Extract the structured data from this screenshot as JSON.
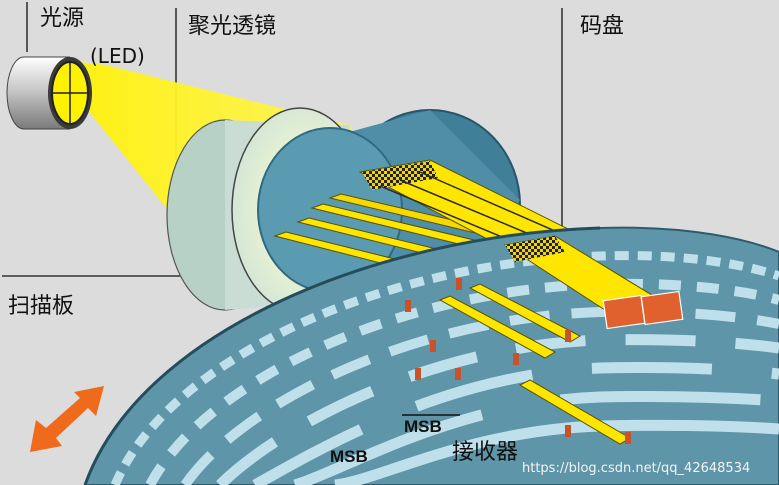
{
  "labels": {
    "light_source": "光源",
    "led": "(LED)",
    "condenser_lens": "聚光透镜",
    "code_disc": "码盘",
    "scanning_plate": "扫描板",
    "msb_overlined": "MSB",
    "msb": "MSB",
    "receiver": "接收器"
  },
  "watermark": "https://blog.csdn.net/qq_42648534",
  "icons": {
    "motion_arrow": "double-headed-arrow-icon"
  },
  "colors": {
    "background": "#dcdcdc",
    "beam": "#ffe600",
    "disc": "#5e95a8",
    "disc_stripe": "#bfe0ea",
    "plate": "#4f8ea6",
    "arrow": "#f06a1c",
    "receiver_cell": "#e0602e"
  }
}
